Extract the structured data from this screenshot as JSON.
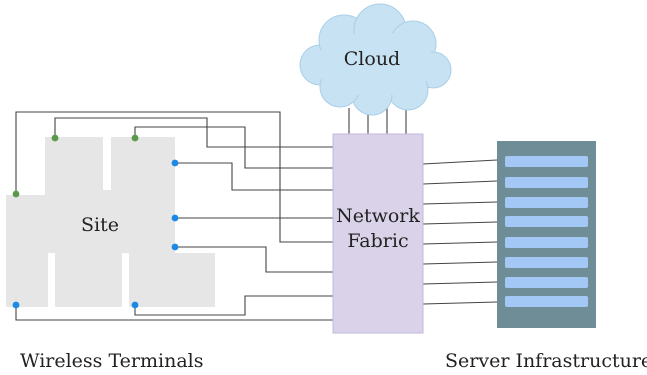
{
  "labels": {
    "cloud": "Cloud",
    "fabric_line1": "Network",
    "fabric_line2": "Fabric",
    "site": "Site",
    "wireless_terminals": "Wireless Terminals",
    "server_infrastructure": "Server Infrastructure"
  },
  "colors": {
    "cloud_fill": "#c7e2f3",
    "cloud_stroke": "#a9cfe8",
    "fabric_fill": "#d9d2e9",
    "fabric_stroke": "#c3b8da",
    "site_fill": "#e6e6e6",
    "rack_fill": "#6e8d96",
    "slot_fill": "#a4c8f6",
    "wire": "#444444",
    "ap_green": "#5a9a4a",
    "ap_blue": "#1e88e5"
  },
  "counts": {
    "server_slots": 8,
    "access_points": 8,
    "cloud_links": 4
  }
}
